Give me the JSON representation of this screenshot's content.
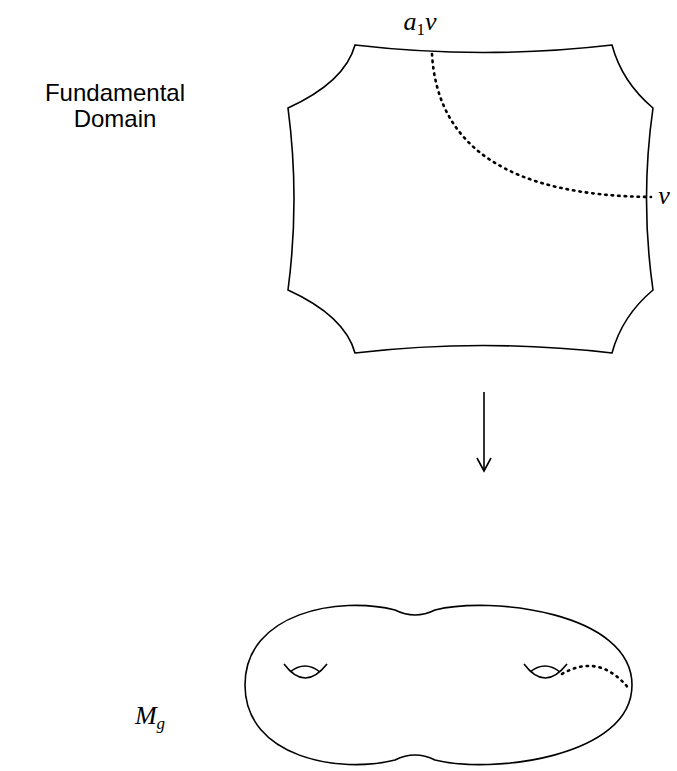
{
  "diagram": {
    "labels": [
      "Fundamental Domain",
      "a1v",
      "v",
      "Mg"
    ]
  }
}
